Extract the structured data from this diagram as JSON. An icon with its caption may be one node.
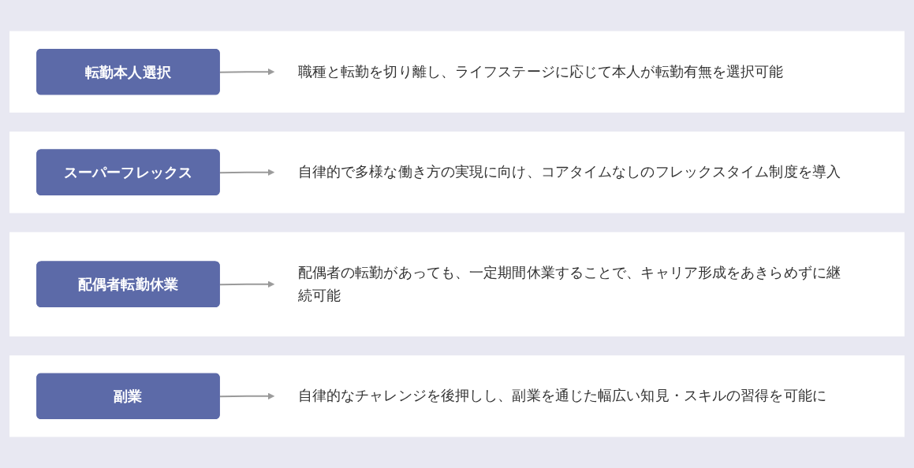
{
  "diagram": {
    "nodes": [
      {
        "text": [],
        "shape": "box"
      },
      {
        "text": [
          "転勤本人選択"
        ],
        "in": 0
      },
      {
        "text": [
          "職種と転勤を切り離し、ライフステージに応じて本人が転勤有無を選択可能"
        ],
        "in": 0
      },
      {
        "text": [],
        "shape": "box"
      },
      {
        "text": [
          "スーパーフレックス"
        ],
        "in": 3
      },
      {
        "text": [
          "自律的で多様な働き方の実現に向け、コアタイムなしのフレックスタイム制度を導入"
        ],
        "in": 3
      },
      {
        "text": [],
        "shape": "box"
      },
      {
        "text": [
          "配偶者転勤休業"
        ],
        "in": 6
      },
      {
        "text": [
          "配偶者の転勤があっても、一定期間休業することで、キャリア形成をあきらめずに継続可能"
        ],
        "in": 6
      },
      {
        "text": [],
        "shape": "box"
      },
      {
        "text": [
          "副業"
        ],
        "in": 9
      },
      {
        "text": [
          "自律的なチャレンジを後押しし、副業を通じた幅広い知見・スキルの習得を可能に"
        ],
        "in": 9
      }
    ],
    "edges": [
      {
        "from": 1,
        "to": 2,
        "arrow": "to"
      },
      {
        "from": 4,
        "to": 5,
        "arrow": "to"
      },
      {
        "from": 7,
        "to": 8,
        "arrow": "to"
      },
      {
        "from": 10,
        "to": 11,
        "arrow": "to"
      }
    ]
  }
}
